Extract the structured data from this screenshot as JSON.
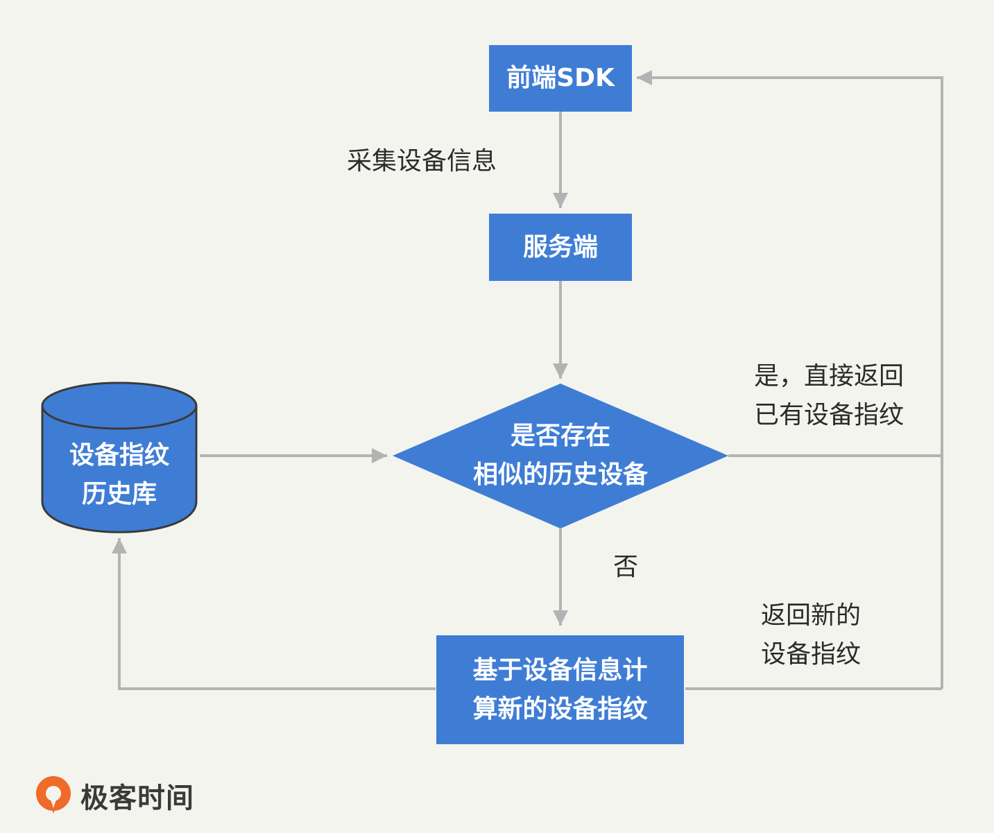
{
  "nodes": {
    "sdk": {
      "label": "前端SDK"
    },
    "server": {
      "label": "服务端"
    },
    "decision": {
      "line1": "是否存在",
      "line2": "相似的历史设备"
    },
    "compute": {
      "line1": "基于设备信息计",
      "line2": "算新的设备指纹"
    },
    "database": {
      "line1": "设备指纹",
      "line2": "历史库"
    }
  },
  "edges": {
    "collect": {
      "label": "采集设备信息"
    },
    "yes": {
      "line1": "是，直接返回",
      "line2": "已有设备指纹"
    },
    "no": {
      "label": "否"
    },
    "return_new": {
      "line1": "返回新的",
      "line2": "设备指纹"
    }
  },
  "brand": {
    "name": "极客时间",
    "icon": "geektime-logo-icon",
    "color": "#f06a28"
  },
  "colors": {
    "background": "#f4f4ef",
    "box": "#3f7dd5",
    "box_border": "#345f9d",
    "arrow": "#b3b3b3",
    "text": "#2b2b2b"
  }
}
